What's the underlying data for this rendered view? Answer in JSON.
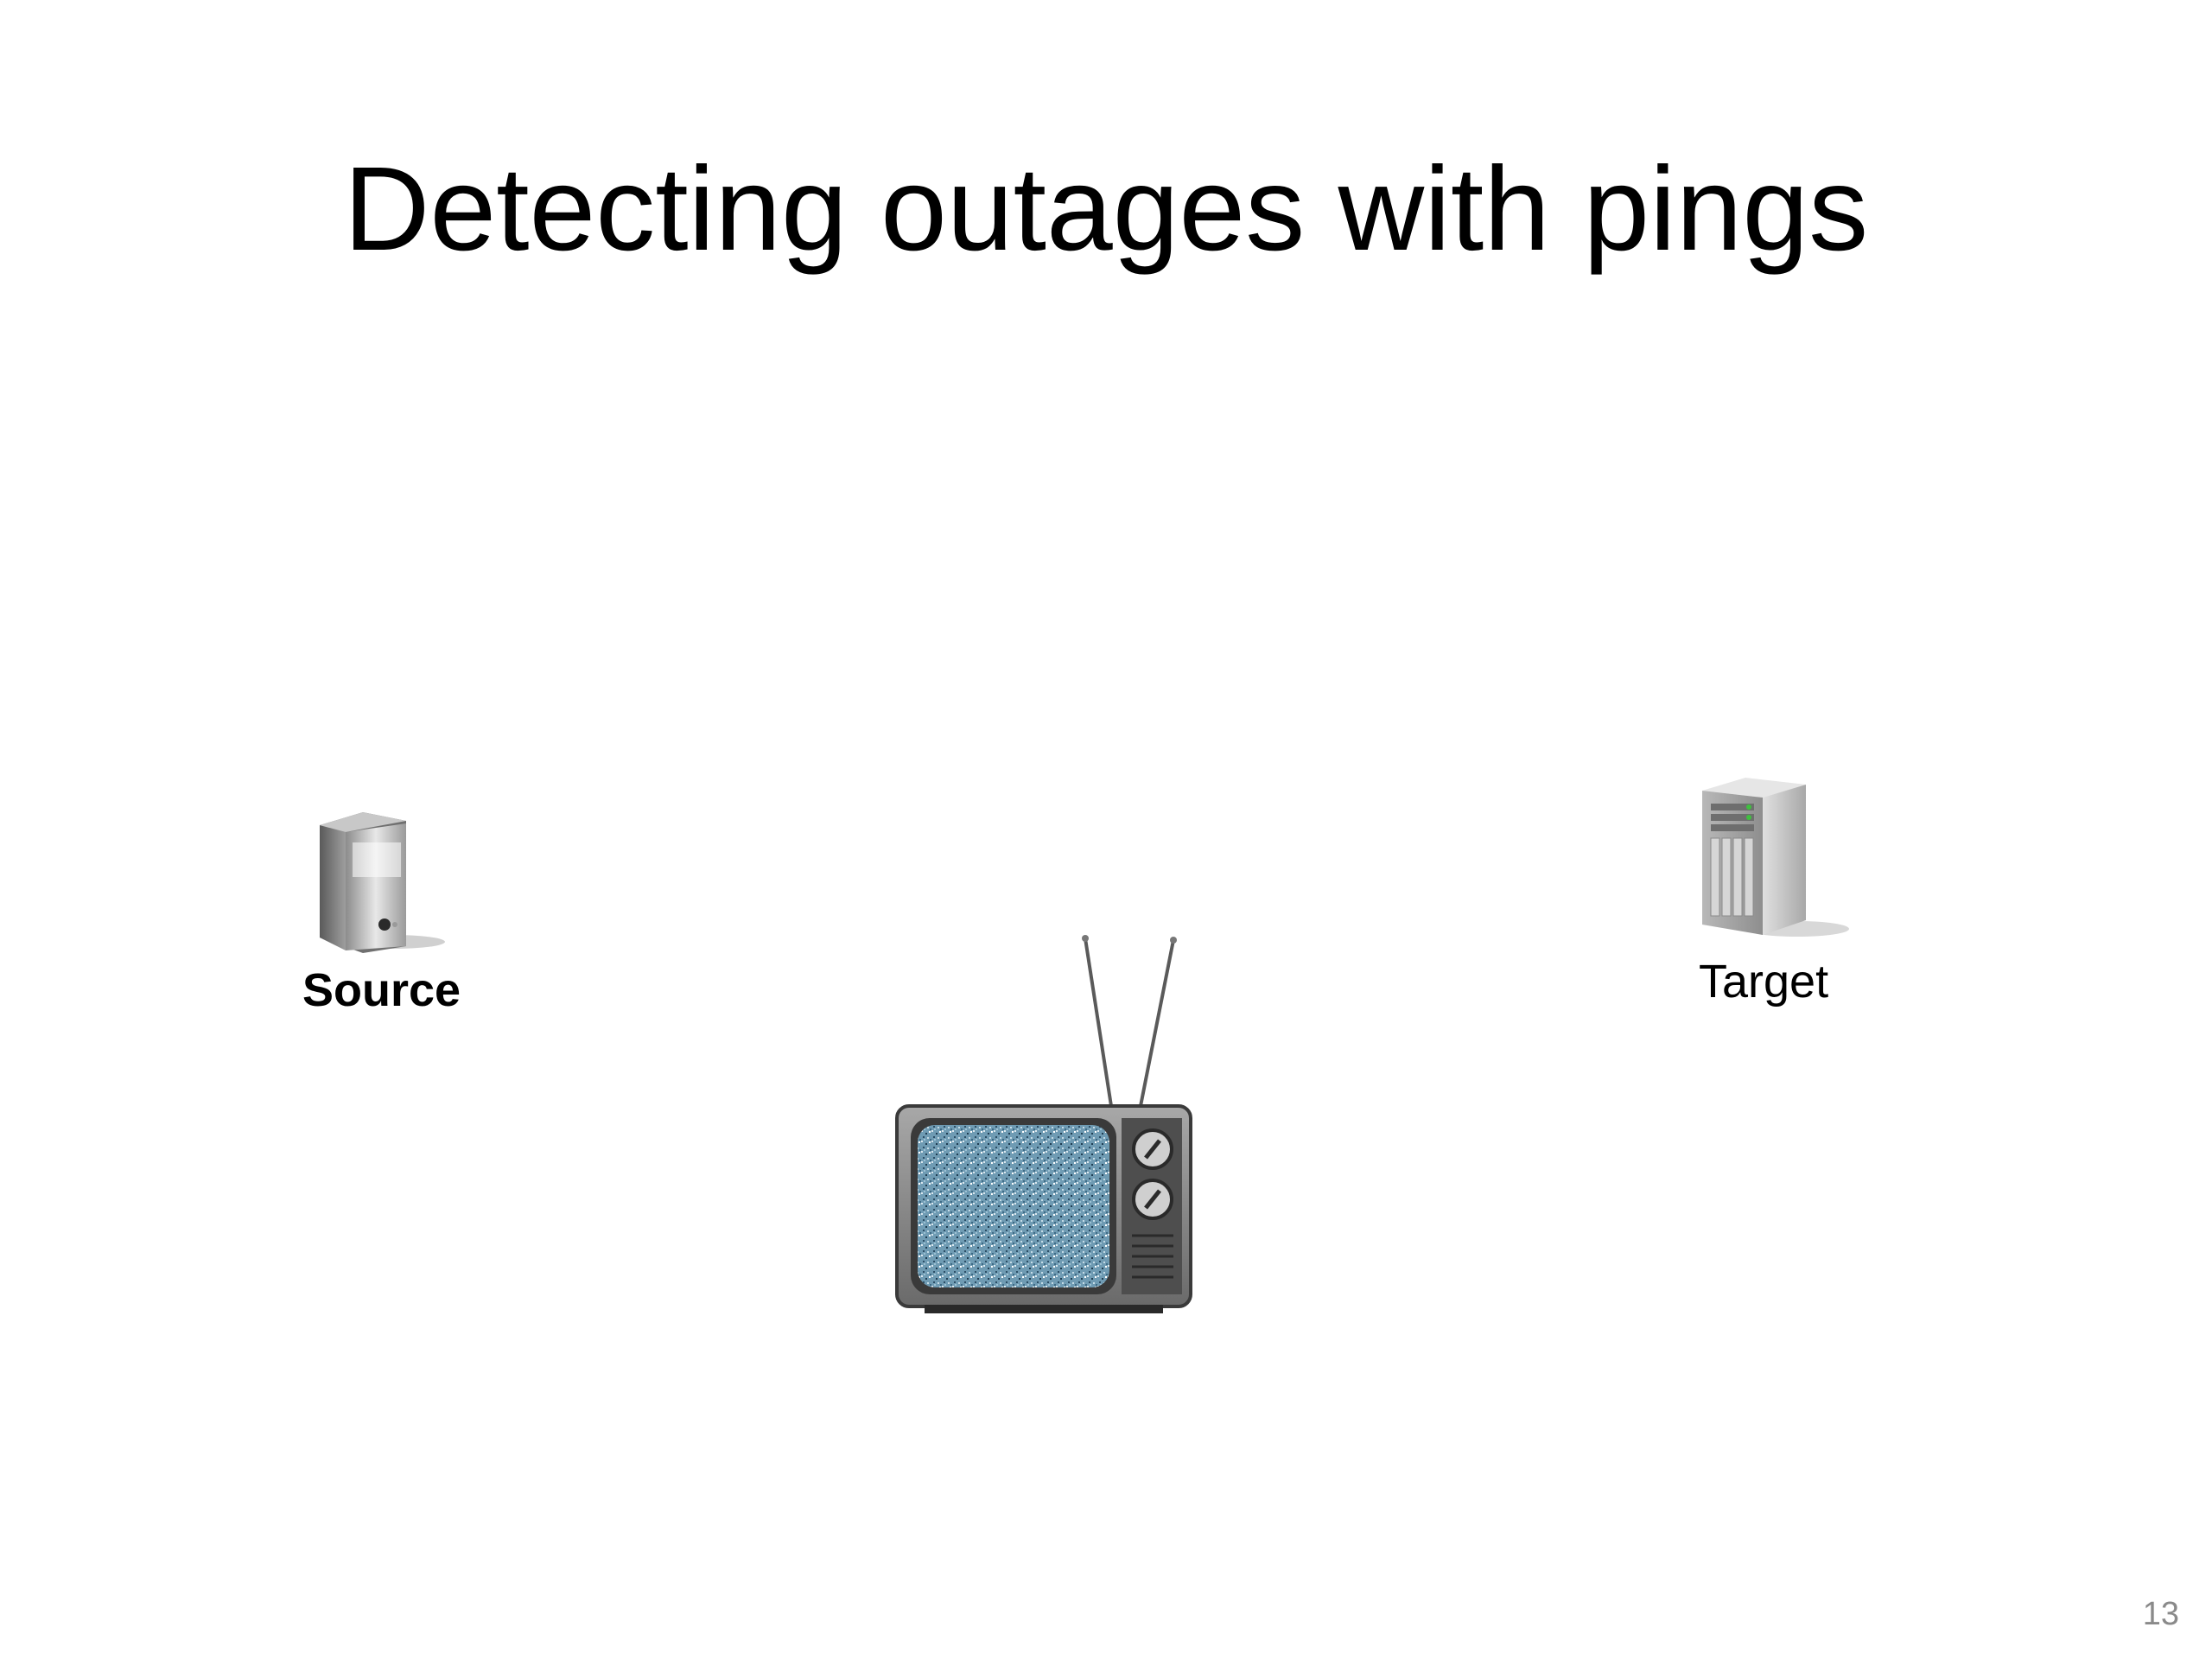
{
  "slide": {
    "title": "Detecting outages with pings",
    "page_number": "13"
  },
  "nodes": {
    "source": {
      "label": "Source",
      "icon": "desktop-computer-icon"
    },
    "target": {
      "label": "Target",
      "icon": "server-tower-icon"
    },
    "tv": {
      "icon": "television-static-icon"
    }
  },
  "colors": {
    "background": "#ffffff",
    "text": "#000000",
    "page_number": "#8a8a8a",
    "tv_screen_static": "#6f9bb3"
  }
}
